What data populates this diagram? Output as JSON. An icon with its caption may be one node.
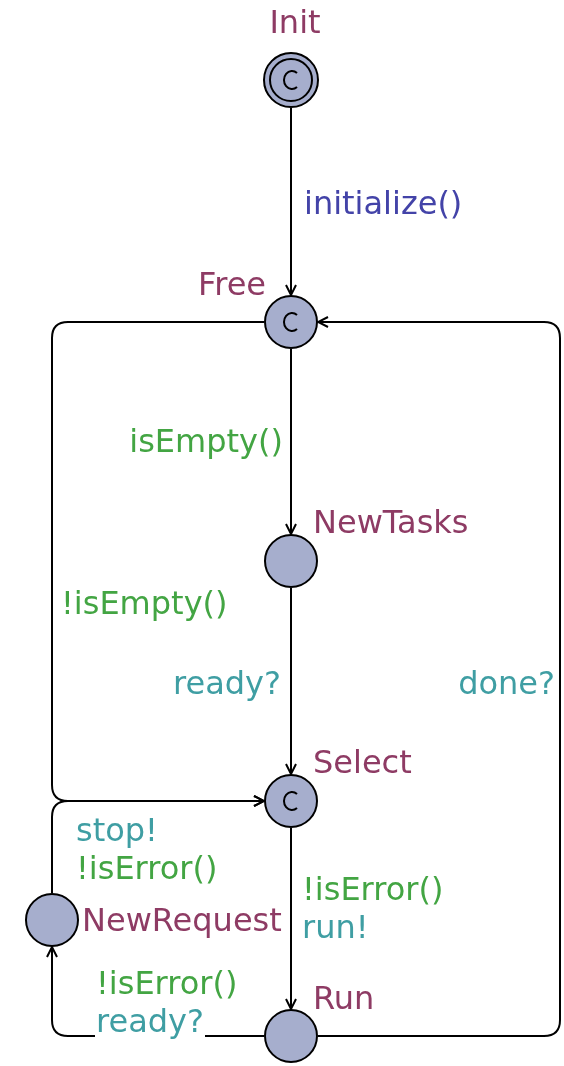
{
  "diagram": {
    "nodes": [
      {
        "text": [
          "Init"
        ]
      },
      {
        "text": [
          "Free"
        ]
      },
      {
        "text": [
          "NewTasks"
        ]
      },
      {
        "text": [
          "Select"
        ]
      },
      {
        "text": [
          "NewRequest"
        ]
      },
      {
        "text": [
          "Run"
        ]
      }
    ],
    "edges": [
      {
        "from": 0,
        "to": 1,
        "arrow": "to",
        "label": "initialize()"
      },
      {
        "from": 1,
        "to": 2,
        "arrow": "to",
        "label": "isEmpty()"
      },
      {
        "from": 2,
        "to": 3,
        "arrow": "to",
        "label": "ready?"
      },
      {
        "from": 1,
        "to": 3,
        "arrow": "to",
        "label": "!isEmpty()"
      },
      {
        "from": 5,
        "to": 1,
        "arrow": "to",
        "label": "done?"
      },
      {
        "from": 3,
        "to": 5,
        "arrow": "to",
        "label": "!isError() run!"
      },
      {
        "from": 5,
        "to": 4,
        "arrow": "to",
        "label": "!isError() ready?"
      },
      {
        "from": 4,
        "to": 3,
        "arrow": "to",
        "label": "stop! !isError()"
      }
    ]
  }
}
